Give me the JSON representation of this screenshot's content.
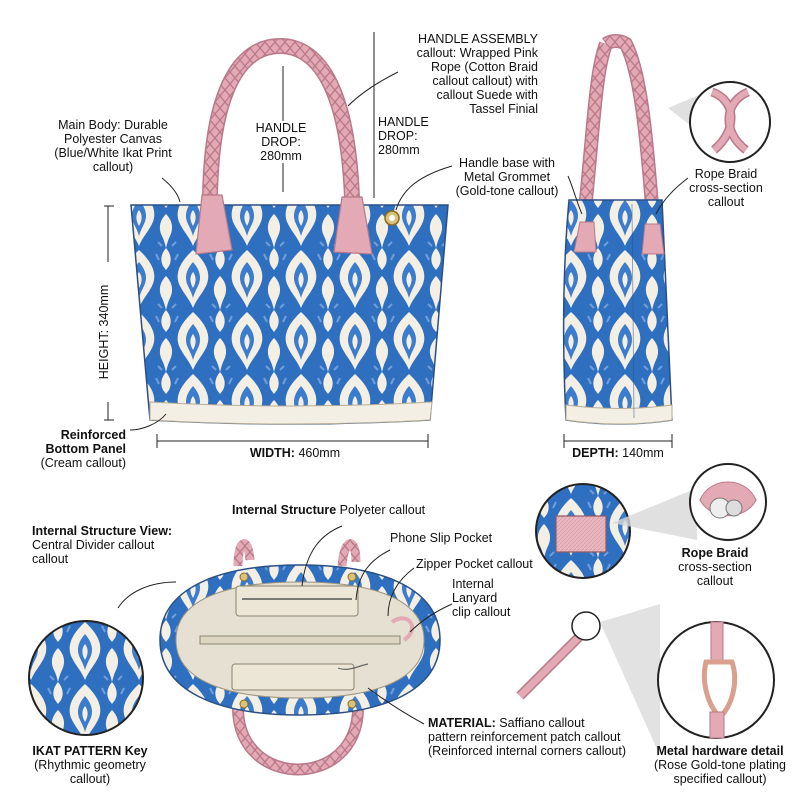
{
  "colors": {
    "ikat_blue": "#2f6fc0",
    "ikat_light": "#6f9fdc",
    "cream": "#f4efe4",
    "rope_pink": "#e3a9b5",
    "rope_dark": "#b9788a",
    "lining": "#e6e0d2",
    "rose_gold": "#d9a08e",
    "gold": "#c9a24a"
  },
  "icons": [
    "ikat-tote-front-illustration",
    "ikat-tote-side-illustration",
    "ikat-tote-interior-illustration",
    "ikat-swatch-illustration",
    "rope-braid-illustration",
    "metal-clip-illustration"
  ],
  "labels": {
    "main_body": [
      "Main Body: Durable",
      "Polyester Canvas",
      "(Blue/White Ikat Print",
      "callout)"
    ],
    "handle_drop_1": [
      "HANDLE",
      "DROP:",
      "280mm"
    ],
    "handle_drop_2": [
      "HANDLE",
      "DROP:",
      "280mm"
    ],
    "handle_assembly": [
      "HANDLE ASSEMBLY",
      "callout: Wrapped Pink",
      "Rope (Cotton Braid",
      "callout callout) with",
      "callout Suede with",
      "Tassel Finial"
    ],
    "handle_base": [
      "Handle base with",
      "Metal Grommet",
      "(Gold-tone callout)"
    ],
    "rope_braid_top": [
      "Rope Braid",
      "cross-section",
      "callout"
    ],
    "height": "HEIGHT: 340mm",
    "width_label": "WIDTH:",
    "width_value": "460mm",
    "depth_label": "DEPTH:",
    "depth_value": "140mm",
    "reinforced": {
      "bold1": "Reinforced",
      "bold2": "Bottom Panel",
      "normal": "(Cream callout)"
    },
    "internal_structure": {
      "bold": "Internal Structure",
      "normal": "Polyeter callout"
    },
    "internal_view": {
      "bold": "Internal Structure View:",
      "line2": "Central Divider callout",
      "line3": "callout"
    },
    "phone_pocket": "Phone Slip Pocket",
    "zipper_pocket": "Zipper Pocket callout",
    "lanyard": [
      "Internal",
      "Lanyard",
      "clip callout"
    ],
    "material": {
      "bold": "MATERIAL:",
      "line1": "Saffiano callout",
      "line2": "pattern reinforcement patch callout",
      "line3": "(Reinforced internal corners callout)"
    },
    "ikat_key": {
      "bold": "IKAT PATTERN Key",
      "line2": "(Rhythmic geometry",
      "line3": "callout)"
    },
    "rope_braid_bottom": {
      "bold": "Rope Braid",
      "line2": "cross-section",
      "line3": "callout"
    },
    "metal_hardware": {
      "bold": "Metal hardware detail",
      "line2": "(Rose Gold-tone plating",
      "line3": "specified callout)"
    }
  }
}
